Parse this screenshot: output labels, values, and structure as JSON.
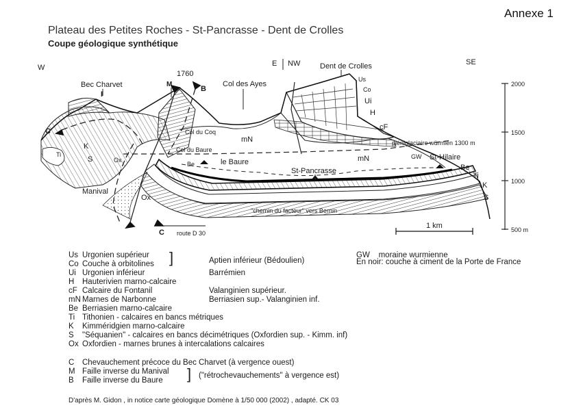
{
  "annexe": "Annexe 1",
  "title": "Plateau des Petites Roches - St-Pancrasse - Dent de Crolles",
  "subtitle": "Coupe géologique synthétique",
  "orientation": {
    "west": "W",
    "east_nw": "E",
    "nw": "NW",
    "southeast": "SE"
  },
  "places": {
    "bec_charvet": "Bec Charvet",
    "altitude_1760": "1760",
    "col_des_ayes": "Col des Ayes",
    "dent_de_crolles": "Dent de Crolles",
    "col_du_coq": "Col du Coq",
    "col_du_baure": "Col du Baure",
    "le_baure": "le Baure",
    "st_pancrasse": "St-Pancrasse",
    "st_hilaire": "St-Hilaire",
    "manival": "Manival",
    "chemin": "\"chemin du facteur\" vers Bernin",
    "route": "route D 30",
    "pleniglaciaire": "pléniglaciaire würmien 1300 m",
    "scale": "1 km"
  },
  "section_labels": {
    "us": "Us",
    "co": "Co",
    "ui": "Ui",
    "h": "H",
    "cf": "cF",
    "mn_left": "mN",
    "mn_right": "mN",
    "gw": "GW",
    "be_left": "Be",
    "be_right": "Be",
    "ti_left": "Ti",
    "ti_right": "Ti",
    "k_left": "K",
    "k_right": "K",
    "s_left": "S",
    "s_right": "S",
    "ox_left": "Ox",
    "ox_bottom": "Ox",
    "fault_c_top": "C",
    "fault_m": "M",
    "fault_b": "B",
    "fault_i": "I",
    "fault_c_bottom": "C"
  },
  "altitude_ticks": [
    "2000",
    "1500",
    "1000",
    "500 m"
  ],
  "legend": [
    {
      "code": "Us",
      "desc": "Urgonien supérieur"
    },
    {
      "code": "Co",
      "desc": "Couche à orbitolines"
    },
    {
      "code": "Ui",
      "desc": "Urgonien inférieur"
    },
    {
      "code": "H",
      "desc": "Hauterivien marno-calcaire"
    },
    {
      "code": "cF",
      "desc": "Calcaire du Fontanil"
    },
    {
      "code": "mN",
      "desc": "Marnes de Narbonne"
    },
    {
      "code": "Be",
      "desc": "Berriasien marno-calcaire"
    },
    {
      "code": "Ti",
      "desc": "Tithonien - calcaires en bancs métriques"
    },
    {
      "code": "K",
      "desc": "Kimméridgien marno-calcaire"
    },
    {
      "code": "S",
      "desc": "\"Séquanien\" - calcaires en bancs décimétriques (Oxfordien sup. - Kimm. inf)"
    },
    {
      "code": "Ox",
      "desc": "Oxfordien - marnes brunes à intercalations calcaires"
    }
  ],
  "stages": {
    "aptien": "Aptien inférieur (Bédoulien)",
    "barremien": "Barrémien",
    "valanginien_sup": "Valanginien supérieur.",
    "berriasien_sup": "Berriasien sup.- Valanginien inf."
  },
  "gw_legend": {
    "code": "GW",
    "desc": "moraine wurmienne"
  },
  "black_note": "En noir: couche à ciment de la Porte de France",
  "faults": [
    {
      "code": "C",
      "desc": "Chevauchement précoce du Bec Charvet (à vergence ouest)"
    },
    {
      "code": "M",
      "desc": "Faille inverse du Manival"
    },
    {
      "code": "B",
      "desc": "Faille inverse du Baure"
    }
  ],
  "retro_note": "(\"rétrochevauchements\" à vergence est)",
  "source": "D'après M. Gidon , in notice carte géologique Domène à 1/50 000 (2002) , adapté.      CK 03"
}
